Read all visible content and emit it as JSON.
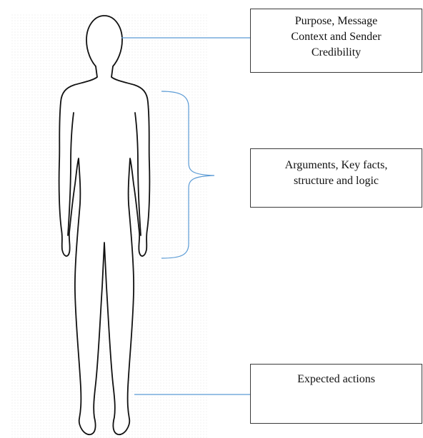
{
  "labels": {
    "top": [
      "Purpose, Message",
      "Context and Sender",
      "Credibility"
    ],
    "middle": [
      "Arguments, Key facts,",
      "structure and logic"
    ],
    "bottom": [
      "Expected actions"
    ]
  },
  "colors": {
    "connector_line": "#5b9bd5",
    "figure_outline": "#111111",
    "box_border": "#3a3a3a",
    "background_texture": "#f4f4f4"
  },
  "icons": {
    "figure": "human-figure-outline",
    "brace": "curly-brace"
  }
}
